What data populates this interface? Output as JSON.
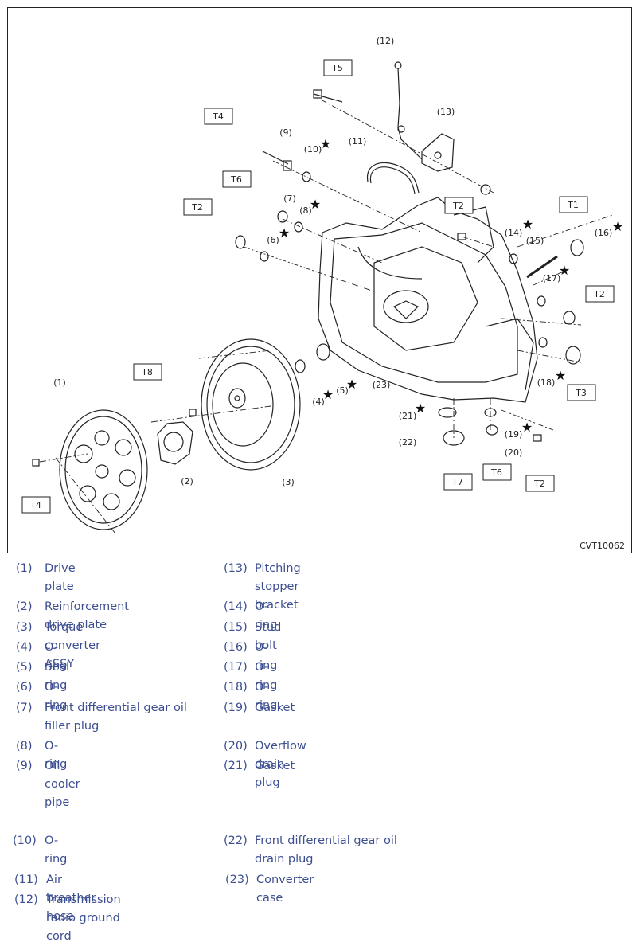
{
  "figure": {
    "code": "CVT10062",
    "torque_tags": [
      "T1",
      "T2",
      "T3",
      "T4",
      "T5",
      "T6",
      "T7",
      "T8"
    ],
    "callouts": [
      "(1)",
      "(2)",
      "(3)",
      "(4)",
      "(5)",
      "(6)",
      "(7)",
      "(8)",
      "(9)",
      "(10)",
      "(11)",
      "(12)",
      "(13)",
      "(14)",
      "(15)",
      "(16)",
      "(17)",
      "(18)",
      "(19)",
      "(20)",
      "(21)",
      "(22)",
      "(23)"
    ],
    "replace_mark": "★"
  },
  "legend": [
    {
      "num": "(1)",
      "text": "Drive plate"
    },
    {
      "num": "(13)",
      "text": "Pitching stopper bracket"
    },
    {
      "num": "(2)",
      "text": "Reinforcement drive plate"
    },
    {
      "num": "(14)",
      "text": "O-ring"
    },
    {
      "num": "(3)",
      "text": "Torque converter ASSY"
    },
    {
      "num": "(15)",
      "text": "Stud bolt"
    },
    {
      "num": "(4)",
      "text": "O-ring"
    },
    {
      "num": "(16)",
      "text": "O-ring"
    },
    {
      "num": "(5)",
      "text": "Seal ring"
    },
    {
      "num": "(17)",
      "text": "O-ring"
    },
    {
      "num": "(6)",
      "text": "O-ring"
    },
    {
      "num": "(18)",
      "text": "O-ring"
    },
    {
      "num": "(7)",
      "text": "Front differential gear oil filler plug"
    },
    {
      "num": "(19)",
      "text": "Gasket"
    },
    {
      "num": "(8)",
      "text": "O-ring"
    },
    {
      "num": "(20)",
      "text": "Overflow drain plug"
    },
    {
      "num": "(9)",
      "text": "Oil cooler pipe"
    },
    {
      "num": "(21)",
      "text": "Gasket"
    },
    {
      "num": "(10)",
      "text": "O-ring"
    },
    {
      "num": "(22)",
      "text": "Front differential gear oil drain plug"
    },
    {
      "num": "(11)",
      "text": "Air breather hose"
    },
    {
      "num": "(23)",
      "text": "Converter case"
    },
    {
      "num": "(12)",
      "text": "Transmission radio ground cord"
    }
  ]
}
